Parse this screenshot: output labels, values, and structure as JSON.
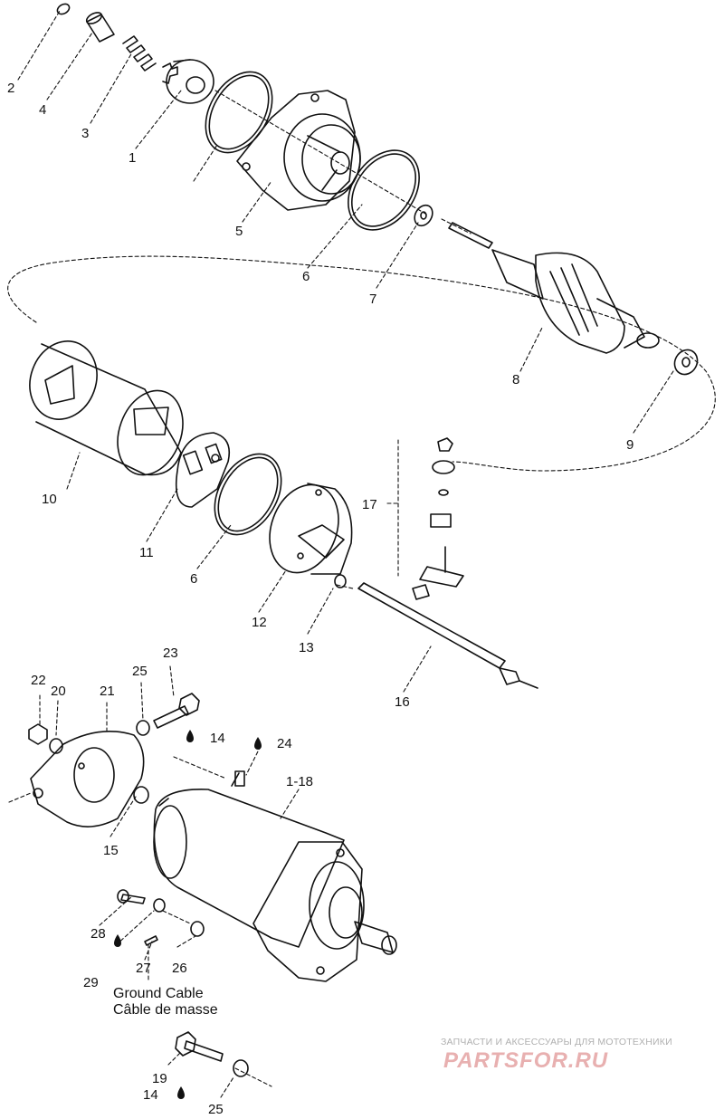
{
  "callouts": {
    "c1": "1",
    "c2": "2",
    "c3": "3",
    "c4": "4",
    "c5": "5",
    "c6a": "6",
    "c6b": "6",
    "c7": "7",
    "c8": "8",
    "c9": "9",
    "c10": "10",
    "c11": "11",
    "c12": "12",
    "c13": "13",
    "c14a": "14",
    "c14b": "14",
    "c15": "15",
    "c16": "16",
    "c17": "17",
    "c1_18": "1-18",
    "c19": "19",
    "c20": "20",
    "c21": "21",
    "c22": "22",
    "c23": "23",
    "c24": "24",
    "c25a": "25",
    "c25b": "25",
    "c26": "26",
    "c27": "27",
    "c28": "28",
    "c29": "29"
  },
  "cable_label": {
    "line1": "Ground Cable",
    "line2": "Câble de masse"
  },
  "watermark": {
    "tagline": "ЗАПЧАСТИ И АКСЕССУАРЫ ДЛЯ МОТОТЕХНИКИ",
    "brand": "PARTSFOR.RU"
  },
  "icons": {
    "drop": "oil-drop-icon"
  },
  "colors": {
    "line": "#111111",
    "watermark_brand": "#e8b0b0",
    "watermark_tagline": "#b0b0b0"
  }
}
